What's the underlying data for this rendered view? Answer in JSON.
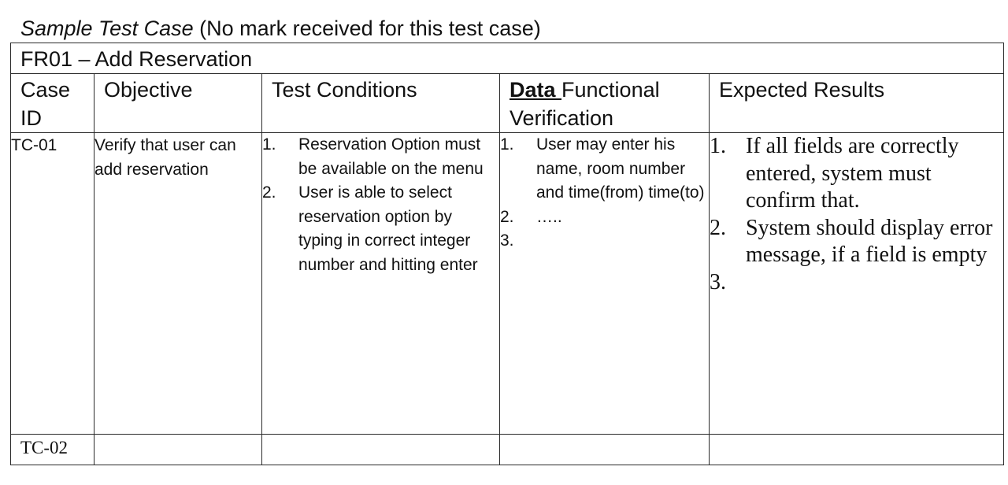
{
  "heading": {
    "italic": "Sample Test Case",
    "rest": " (No mark received for this test case)"
  },
  "table": {
    "title": "FR01 – Add Reservation",
    "headers": {
      "case_id": "Case ID",
      "objective": "Objective",
      "test_conditions": "Test Conditions",
      "data_bold": "Data ",
      "data_rest": "Functional Verification",
      "expected": "Expected Results"
    },
    "rows": [
      {
        "case_id": "TC-01",
        "objective": "Verify that user can  add reservation",
        "conditions": [
          {
            "num": "1.",
            "text": "Reservation Option must be available on the menu"
          },
          {
            "num": "2.",
            "text": "User is able to select reservation option by typing in correct integer number and hitting enter"
          }
        ],
        "data": [
          {
            "num": "1.",
            "text": "User may enter his name, room number and time(from) time(to)"
          },
          {
            "num": "2.",
            "text": "….."
          },
          {
            "num": "3.",
            "text": ""
          }
        ],
        "expected": [
          {
            "num": "1.",
            "text": "If all fields are correctly entered, system must confirm that."
          },
          {
            "num": "2.",
            "text": "System should display error message, if a field is empty"
          },
          {
            "num": "3.",
            "text": ""
          }
        ]
      },
      {
        "case_id": "TC-02"
      }
    ]
  }
}
